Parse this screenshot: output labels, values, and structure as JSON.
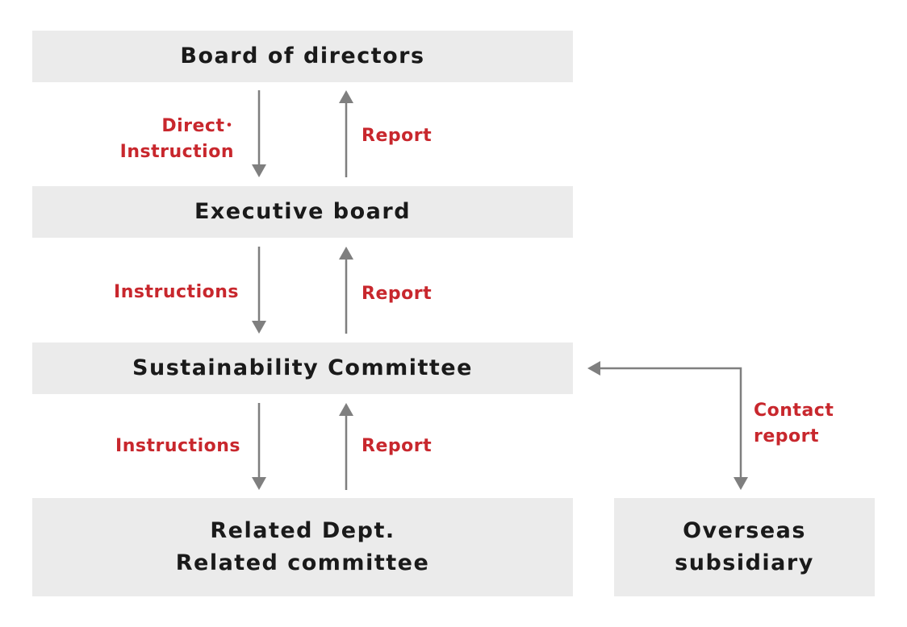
{
  "boxes": {
    "board": "Board of directors",
    "executive": "Executive board",
    "sustainability": "Sustainability Committee",
    "related_line1": "Related Dept.",
    "related_line2": "Related committee",
    "overseas_line1": "Overseas",
    "overseas_line2": "subsidiary"
  },
  "labels": {
    "direct_line1": "Direct･",
    "direct_line2": "Instruction",
    "report_1": "Report",
    "instructions_2": "Instructions",
    "report_2": "Report",
    "instructions_3": "Instructions",
    "report_3": "Report",
    "contact_line1": "Contact",
    "contact_line2": "report"
  },
  "colors": {
    "box_fill": "#ebebeb",
    "label_red": "#c8272d",
    "arrow_gray": "#7f7f7f"
  }
}
